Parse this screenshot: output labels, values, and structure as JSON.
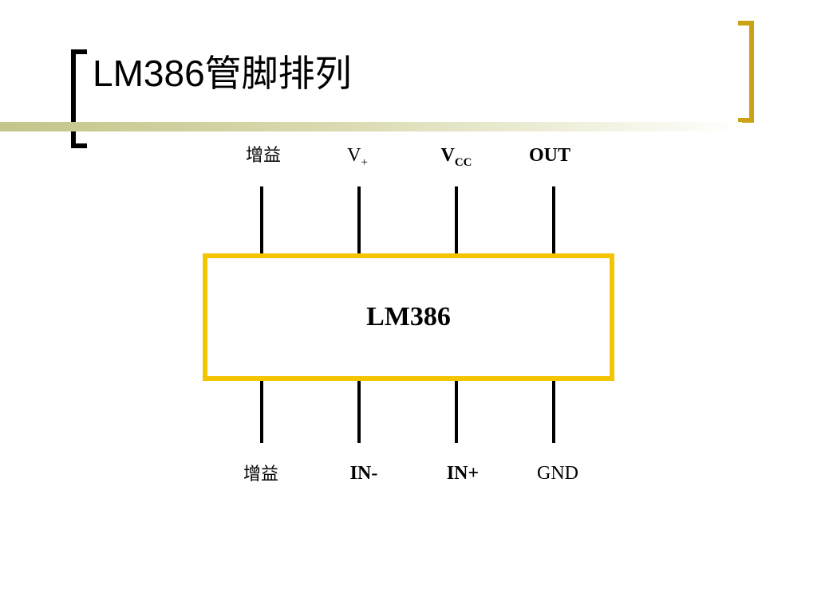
{
  "slide": {
    "title": "LM386管脚排列",
    "accent_color": "#c9a313",
    "chip_border_color": "#f5c400"
  },
  "chip": {
    "name": "LM386",
    "top_pins": [
      {
        "label": "增益",
        "sub": "",
        "bold": false
      },
      {
        "label": "V",
        "sub": "+",
        "bold": false
      },
      {
        "label": "V",
        "sub": "CC",
        "bold": true
      },
      {
        "label": "OUT",
        "sub": "",
        "bold": true
      }
    ],
    "bottom_pins": [
      {
        "label": "增益",
        "sub": "",
        "bold": false
      },
      {
        "label": "IN-",
        "sub": "",
        "bold": true
      },
      {
        "label": "IN+",
        "sub": "",
        "bold": true
      },
      {
        "label": "GND",
        "sub": "",
        "bold": false
      }
    ]
  }
}
